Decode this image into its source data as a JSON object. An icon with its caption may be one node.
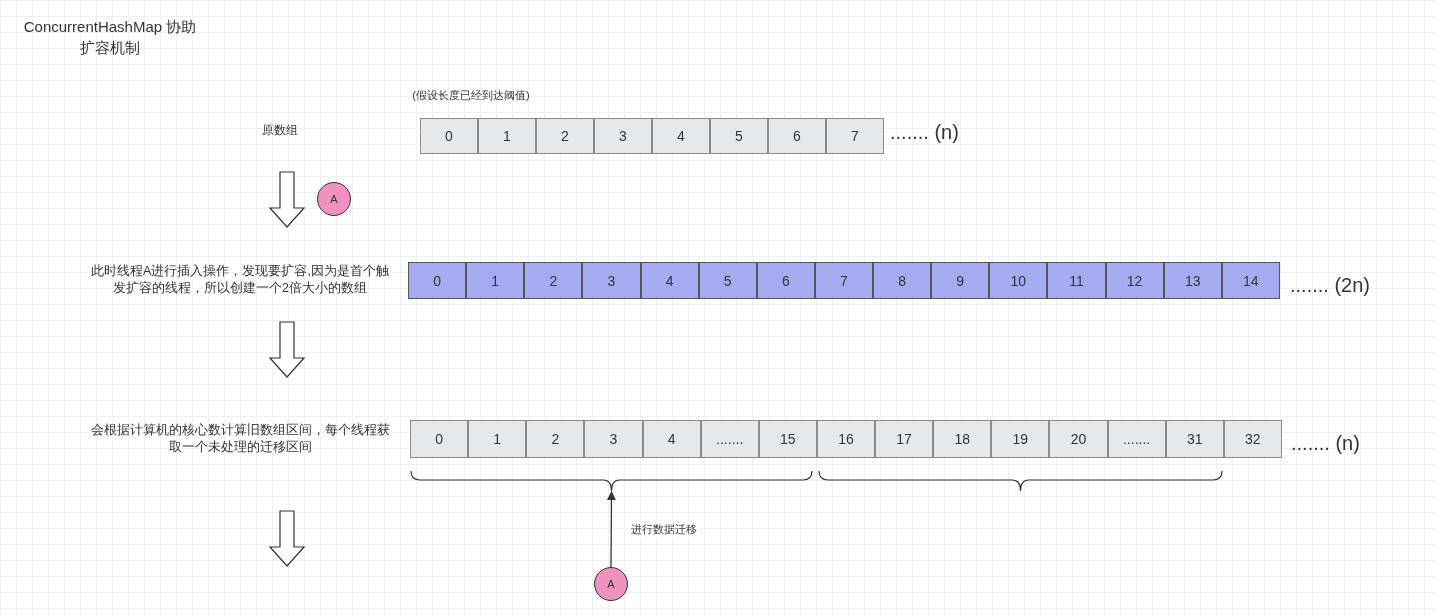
{
  "diagram": {
    "title": "ConcurrentHashMap 协助扩容机制",
    "nodes": [
      {
        "text": [
          "0"
        ]
      },
      {
        "text": [
          "1"
        ]
      },
      {
        "text": [
          "2"
        ]
      },
      {
        "text": [
          "3"
        ]
      },
      {
        "text": [
          "4"
        ]
      },
      {
        "text": [
          "5"
        ]
      },
      {
        "text": [
          "6"
        ]
      },
      {
        "text": [
          "7"
        ]
      },
      {
        "text": [
          "A"
        ]
      },
      {
        "text": [
          "0"
        ]
      },
      {
        "text": [
          "1"
        ]
      },
      {
        "text": [
          "2"
        ]
      },
      {
        "text": [
          "3"
        ]
      },
      {
        "text": [
          "4"
        ]
      },
      {
        "text": [
          "5"
        ]
      },
      {
        "text": [
          "6"
        ]
      },
      {
        "text": [
          "7"
        ]
      },
      {
        "text": [
          "8"
        ]
      },
      {
        "text": [
          "9"
        ]
      },
      {
        "text": [
          "10"
        ]
      },
      {
        "text": [
          "11"
        ]
      },
      {
        "text": [
          "12"
        ]
      },
      {
        "text": [
          "13"
        ]
      },
      {
        "text": [
          "14"
        ]
      },
      {
        "text": [
          "0"
        ]
      },
      {
        "text": [
          "1"
        ]
      },
      {
        "text": [
          "2"
        ]
      },
      {
        "text": [
          "3"
        ]
      },
      {
        "text": [
          "4"
        ]
      },
      {
        "text": [
          "......."
        ]
      },
      {
        "text": [
          "15"
        ]
      },
      {
        "text": [
          "16"
        ]
      },
      {
        "text": [
          "17"
        ]
      },
      {
        "text": [
          "18"
        ]
      },
      {
        "text": [
          "19"
        ]
      },
      {
        "text": [
          "20"
        ]
      },
      {
        "text": [
          "......."
        ]
      },
      {
        "text": [
          "31"
        ]
      },
      {
        "text": [
          "32"
        ]
      },
      {
        "text": [],
        "shape": "brace"
      },
      {
        "text": [],
        "shape": "brace"
      },
      {
        "text": [
          "A"
        ]
      }
    ],
    "edges": [
      {
        "from": 41,
        "to": 39,
        "arrow": "to",
        "label": "进行数据迁移"
      }
    ],
    "labels": [
      "(假设长度已经到达阈值)",
      "原数组",
      "....... (n)",
      "此时线程A进行插入操作，发现要扩容,因为是首个触发扩容的线程，所以创建一个2倍大小的数组",
      "....... (2n)",
      "会根据计算机的核心数计算旧数组区间，每个线程获取一个未处理的迁移区间",
      "....... (n)"
    ]
  }
}
